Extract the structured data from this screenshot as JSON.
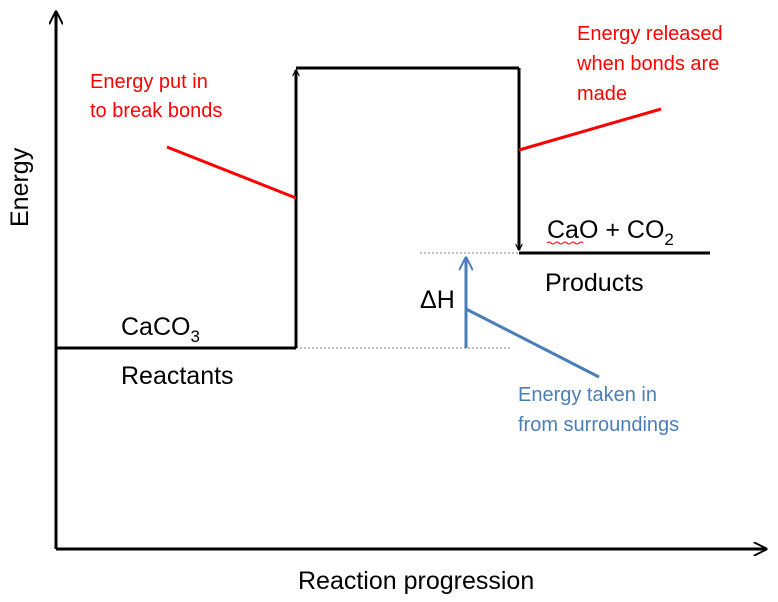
{
  "axes": {
    "y_title": "Energy",
    "x_title": "Reaction progression"
  },
  "reactants": {
    "formula_main": "CaCO",
    "formula_sub": "3",
    "label": "Reactants"
  },
  "products": {
    "formula_main": "CaO + CO",
    "formula_sub": "2",
    "label": "Products"
  },
  "delta_h": "ΔH",
  "annotations": {
    "bond_breaking": [
      "Energy put in",
      "to break bonds"
    ],
    "bond_making": [
      "Energy released",
      "when bonds are",
      "made"
    ],
    "surroundings": [
      "Energy taken in",
      "from surroundings"
    ]
  },
  "colors": {
    "profile": "#000000",
    "bond_arrows": "#ff0000",
    "enthalpy": "#4a7ebb",
    "guide_lines": "#808080"
  }
}
